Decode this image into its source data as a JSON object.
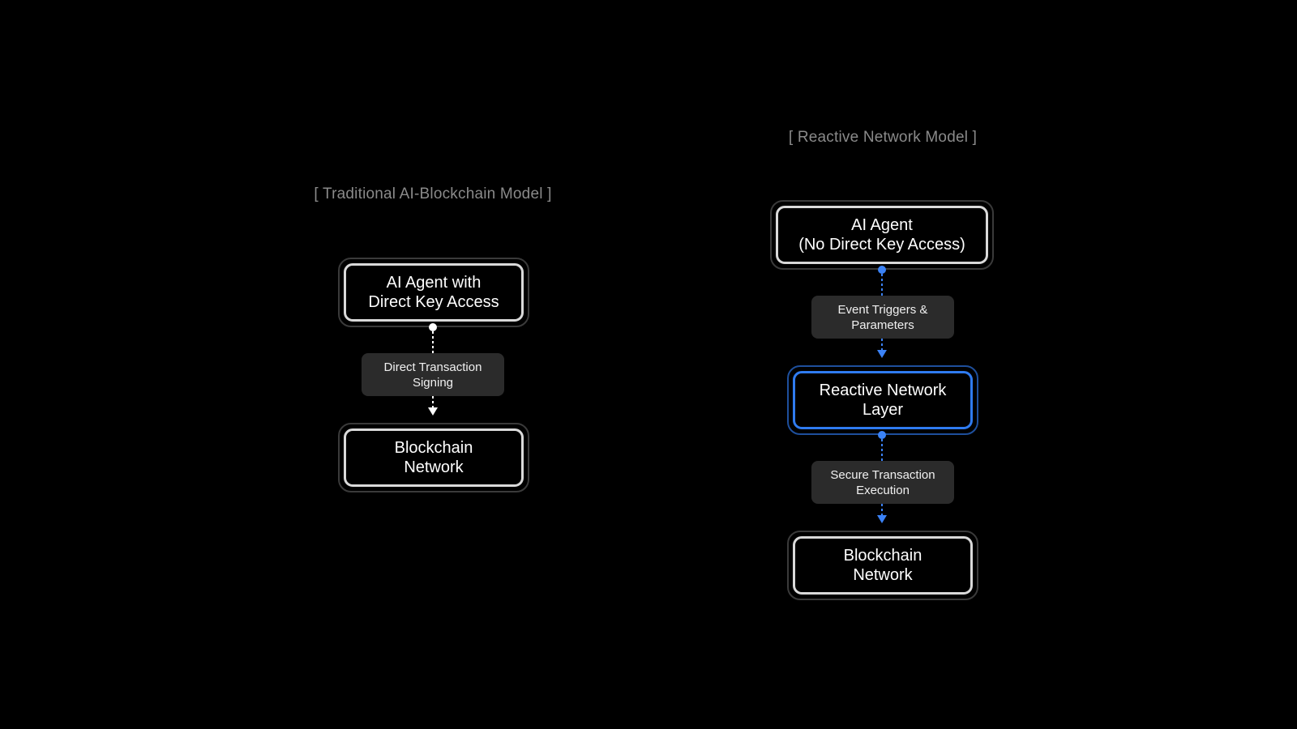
{
  "left_model": {
    "title": "[ Traditional AI-Blockchain Model ]",
    "nodes": [
      {
        "label": "AI Agent with\nDirect Key Access"
      },
      {
        "label": "Blockchain\nNetwork"
      }
    ],
    "edges": [
      {
        "label": "Direct Transaction\nSigning"
      }
    ],
    "connector_color": "#ffffff"
  },
  "right_model": {
    "title": "[ Reactive Network Model ]",
    "nodes": [
      {
        "label": "AI Agent\n(No Direct Key Access)"
      },
      {
        "label": "Reactive Network\nLayer"
      },
      {
        "label": "Blockchain\nNetwork"
      }
    ],
    "edges": [
      {
        "label": "Event Triggers &\nParameters"
      },
      {
        "label": "Secure Transaction\nExecution"
      }
    ],
    "connector_color": "#3b82f6",
    "accent_color": "#2f7bf0"
  }
}
